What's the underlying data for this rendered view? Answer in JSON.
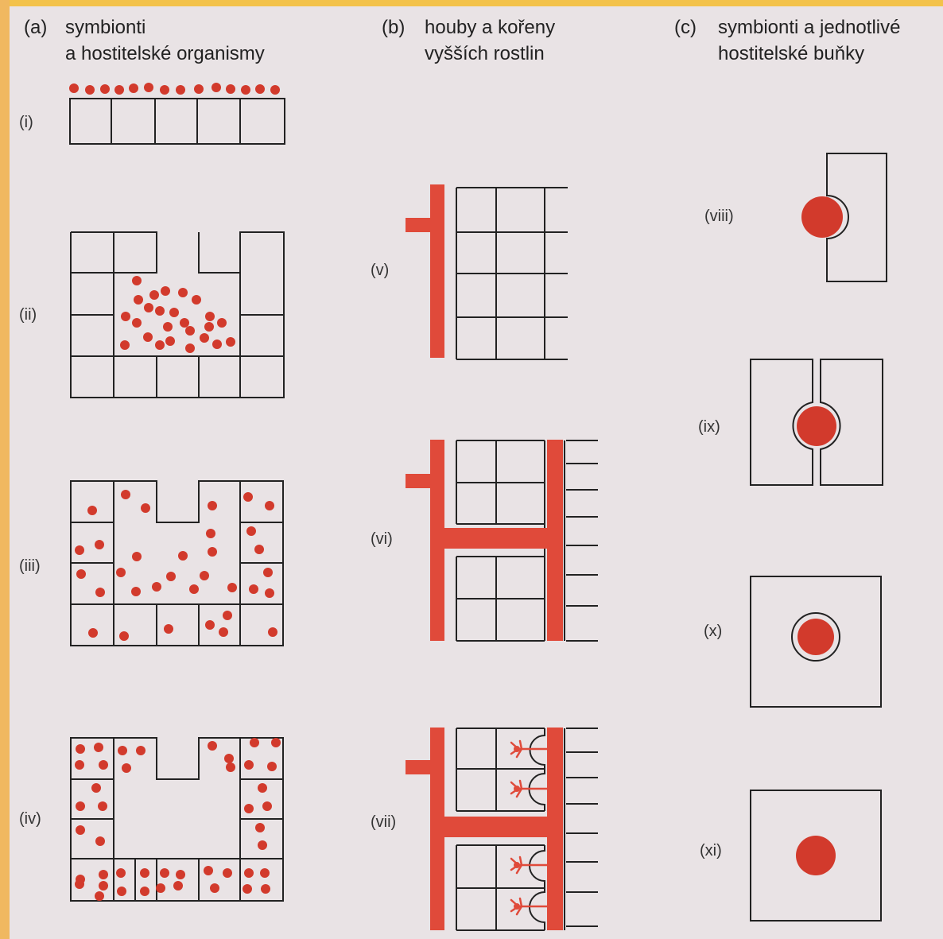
{
  "columns": [
    {
      "tag": "(a)",
      "line1": "symbionti",
      "line2": "a hostitelské organismy"
    },
    {
      "tag": "(b)",
      "line1": "houby a kořeny",
      "line2": "vyšších rostlin"
    },
    {
      "tag": "(c)",
      "line1": "symbionti a jednotlivé",
      "line2": "hostitelské buňky"
    }
  ],
  "panels": {
    "i": "(i)",
    "ii": "(ii)",
    "iii": "(iii)",
    "iv": "(iv)",
    "v": "(v)",
    "vi": "(vi)",
    "vii": "(vii)",
    "viii": "(viii)",
    "ix": "(ix)",
    "x": "(x)",
    "xi": "(xi)"
  },
  "colors": {
    "symbiont": "#d23a2c",
    "fungus": "#e04a3a",
    "outline": "#222222",
    "background": "#e9e3e5",
    "frame": "#f3c24a"
  }
}
